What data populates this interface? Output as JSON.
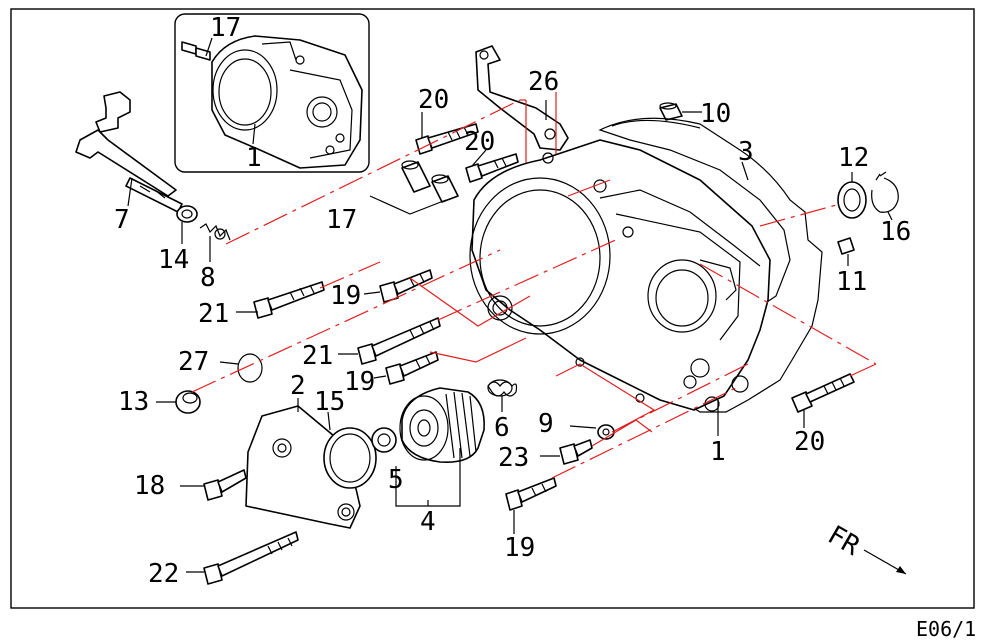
{
  "diagram": {
    "code": "E06/1",
    "direction": "FR",
    "colors": {
      "line": "#000000",
      "guide": "#e02020",
      "background": "#ffffff"
    },
    "callouts": {
      "inset_17": "17",
      "inset_1": "1",
      "c7": "7",
      "c14": "14",
      "c8": "8",
      "c20a": "20",
      "c20b": "20",
      "c17": "17",
      "c26": "26",
      "c10": "10",
      "c3": "3",
      "c12": "12",
      "c16": "16",
      "c11": "11",
      "c21a": "21",
      "c19a": "19",
      "c21b": "21",
      "c27": "27",
      "c19b": "19",
      "c13": "13",
      "c2": "2",
      "c15": "15",
      "c6": "6",
      "c9": "9",
      "c1": "1",
      "c20c": "20",
      "c23": "23",
      "c5": "5",
      "c18": "18",
      "c4": "4",
      "c19c": "19",
      "c22": "22"
    }
  }
}
